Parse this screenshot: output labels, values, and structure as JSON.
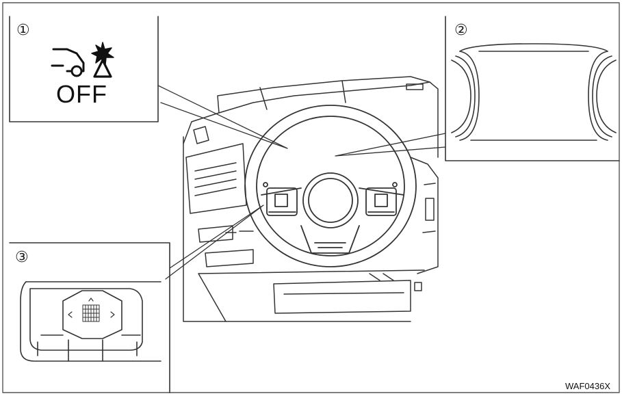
{
  "callouts": {
    "one": "①",
    "two": "②",
    "three": "③"
  },
  "indicator": {
    "text": "OFF",
    "icon": "forward-collision-warning-off-icon"
  },
  "figure_code": "WAF0436X",
  "colors": {
    "line": "#333333",
    "background": "#ffffff"
  }
}
